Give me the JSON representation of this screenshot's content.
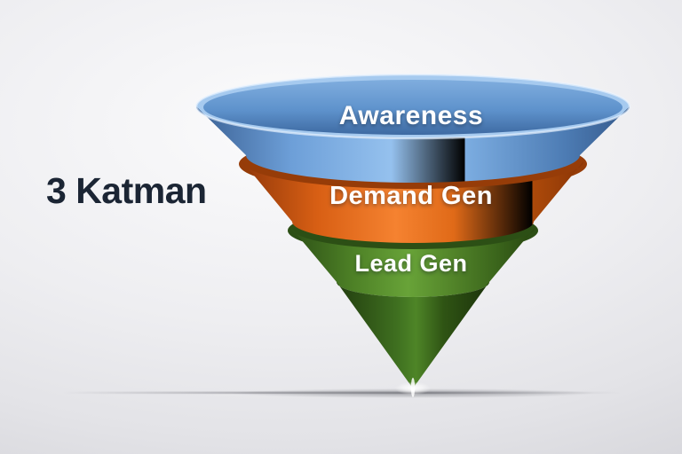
{
  "diagram": {
    "type": "inverted-funnel",
    "side_label": "3 Katman",
    "stages": [
      {
        "label": "Awareness",
        "color": "#6FA0D8"
      },
      {
        "label": "Demand Gen",
        "color": "#E4641C"
      },
      {
        "label": "Lead Gen",
        "color": "#55862B"
      }
    ],
    "background_color": "#EDEDF0",
    "side_label_color": "#1B2534"
  }
}
